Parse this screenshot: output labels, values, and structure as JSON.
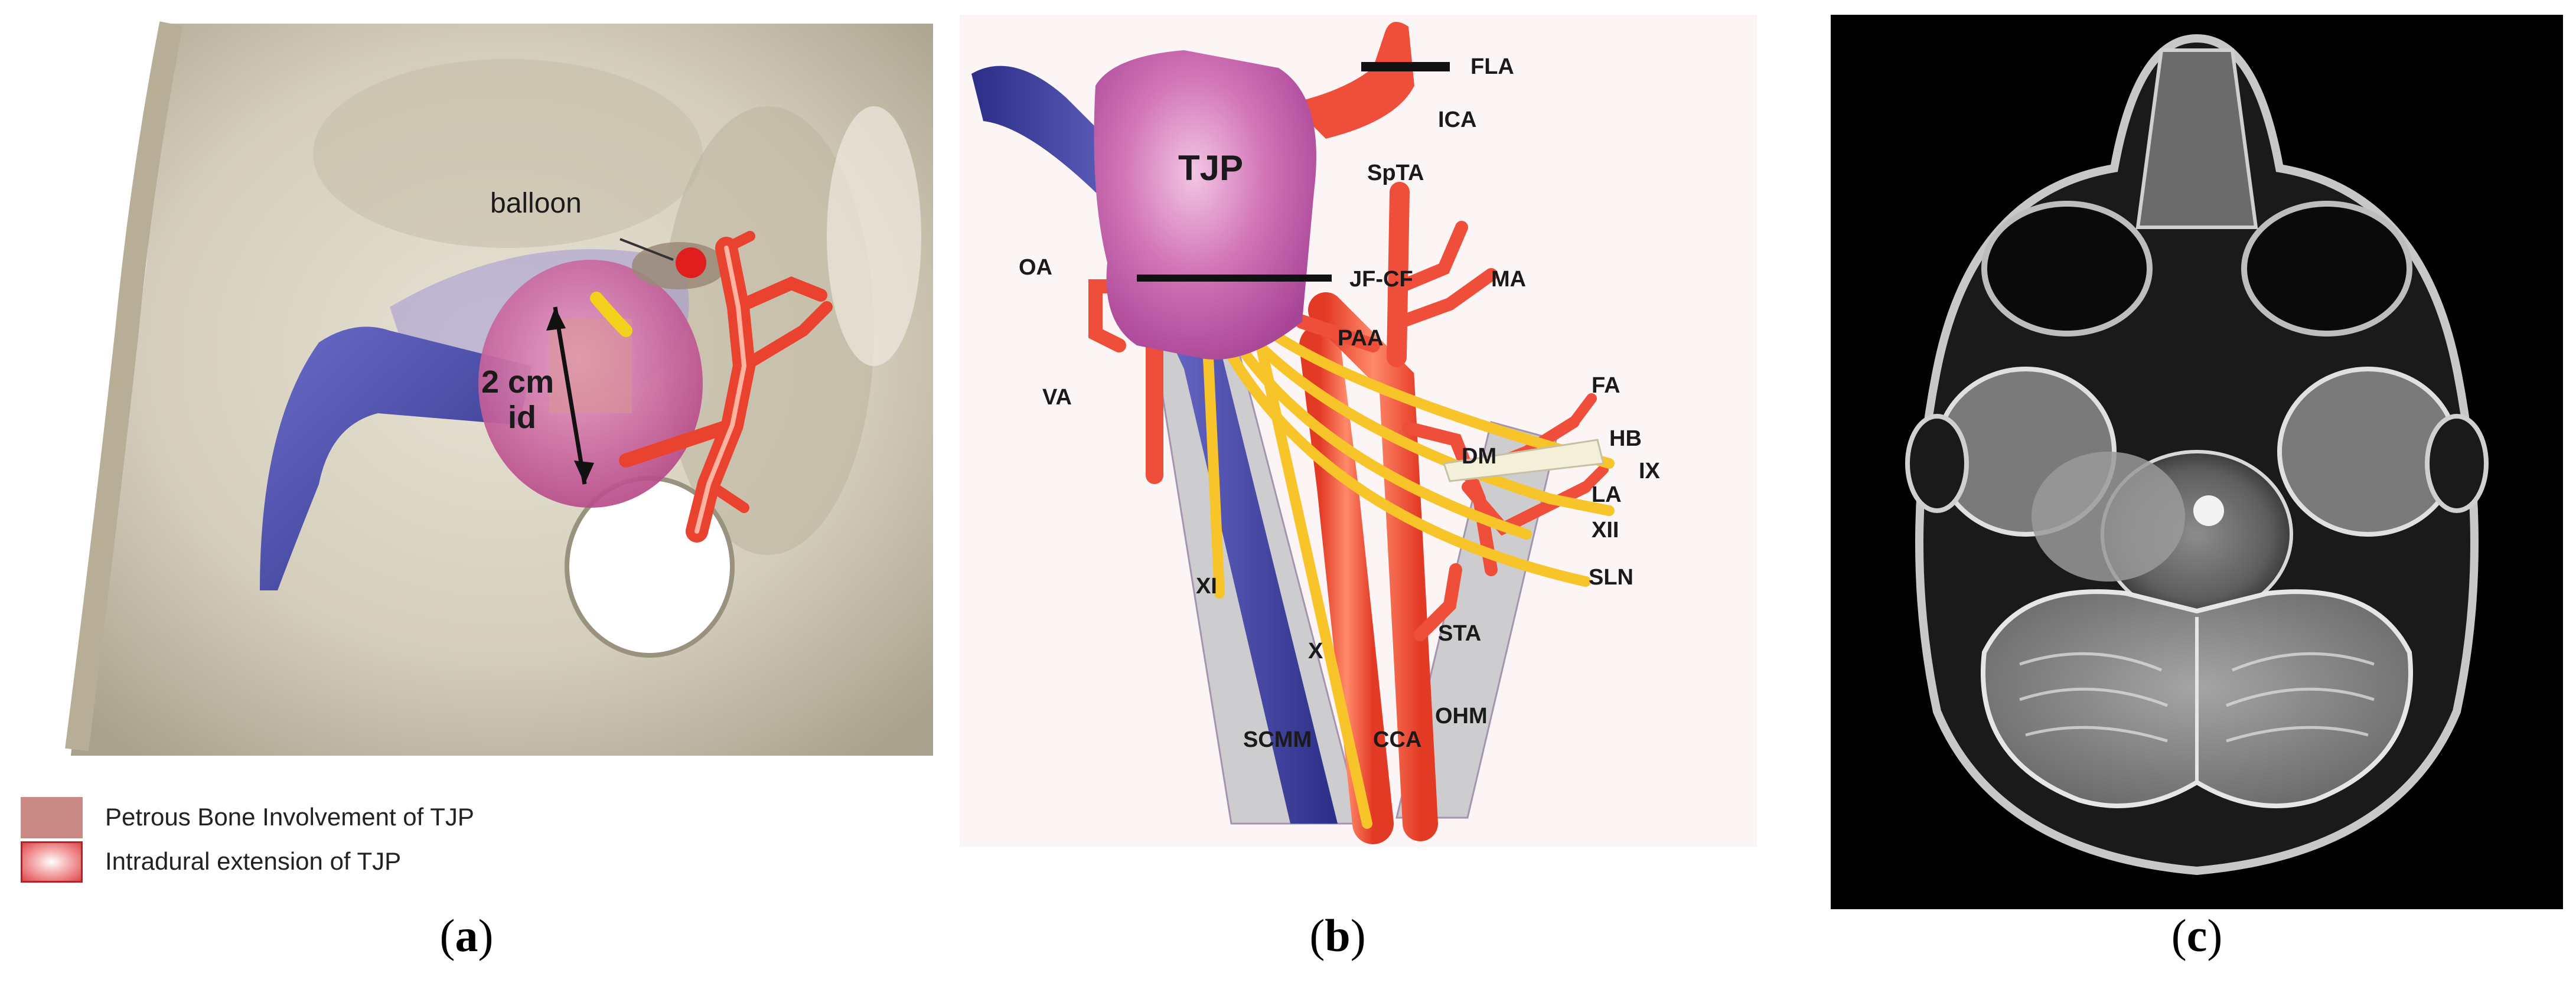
{
  "panel_a": {
    "labels": {
      "balloon": "balloon",
      "size_line1": "2 cm",
      "size_line2": "id"
    },
    "legend": [
      {
        "text": "Petrous Bone Involvement of TJP",
        "color": "#c98a86"
      },
      {
        "text": "Intradural extension of TJP",
        "color": "#e0484a"
      }
    ],
    "caption": {
      "open": "(",
      "letter": "a",
      "close": ")"
    }
  },
  "panel_b": {
    "labels": {
      "tjp": "TJP",
      "fla": "FLA",
      "ica": "ICA",
      "spta": "SpTA",
      "oa": "OA",
      "jfcf": "JF-CF",
      "ma": "MA",
      "paa": "PAA",
      "va": "VA",
      "fa": "FA",
      "hb": "HB",
      "dm": "DM",
      "ix": "IX",
      "la": "LA",
      "xii": "XII",
      "sln": "SLN",
      "xi": "XI",
      "x": "X",
      "sta": "STA",
      "ohm": "OHM",
      "scmm": "SCMM",
      "cca": "CCA"
    },
    "caption": {
      "open": "(",
      "letter": "b",
      "close": ")"
    }
  },
  "panel_c": {
    "caption": {
      "open": "(",
      "letter": "c",
      "close": ")"
    }
  },
  "colors": {
    "artery": "#ef4f3a",
    "vein": "#3d3f9a",
    "nerve": "#f7c52a",
    "tumor": "#c95aa6",
    "bone": "#d8d2c2",
    "muscle": "#c9c9cc"
  }
}
